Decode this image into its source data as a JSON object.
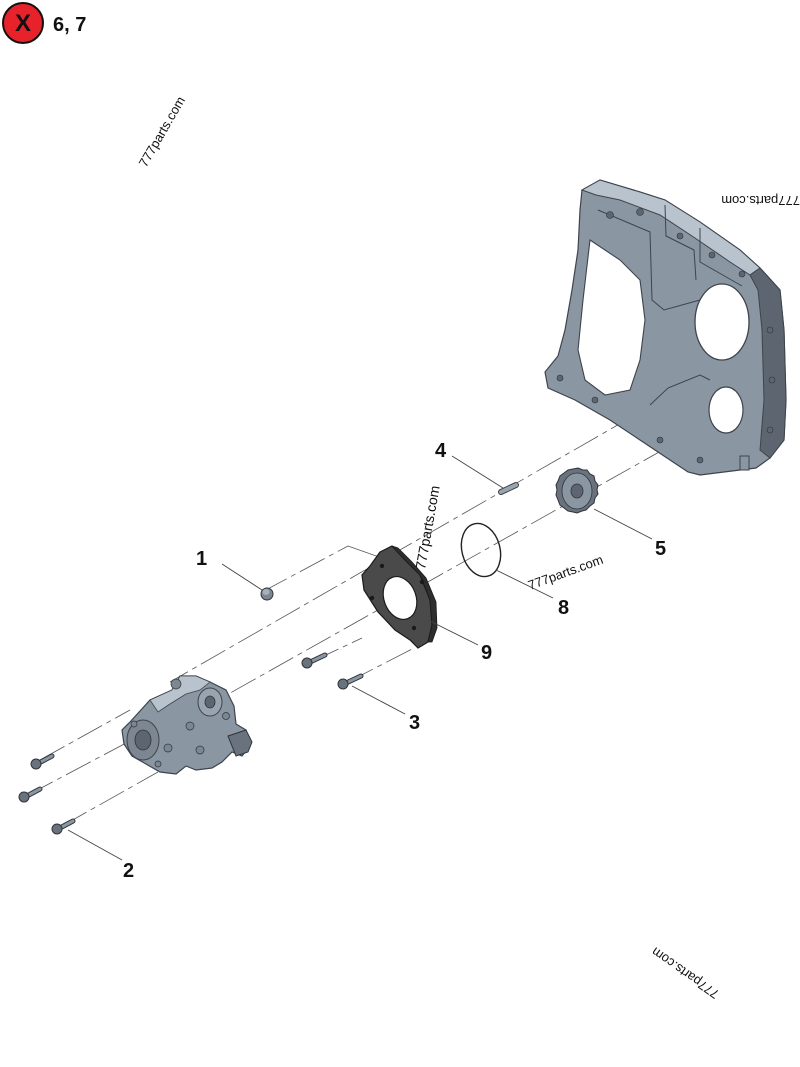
{
  "badge": {
    "symbol": "X",
    "text": "6, 7",
    "color": "#e8222b"
  },
  "callouts": [
    "1",
    "2",
    "3",
    "4",
    "5",
    "8",
    "9"
  ],
  "watermarks": [
    "777parts.com",
    "777parts.com",
    "777parts.com",
    "777parts.com",
    "777parts.com"
  ],
  "colors": {
    "part_fill": "#8b96a3",
    "part_dark": "#5d6670",
    "part_light": "#b9c3cd",
    "seal_fill": "#4a4a4a"
  }
}
